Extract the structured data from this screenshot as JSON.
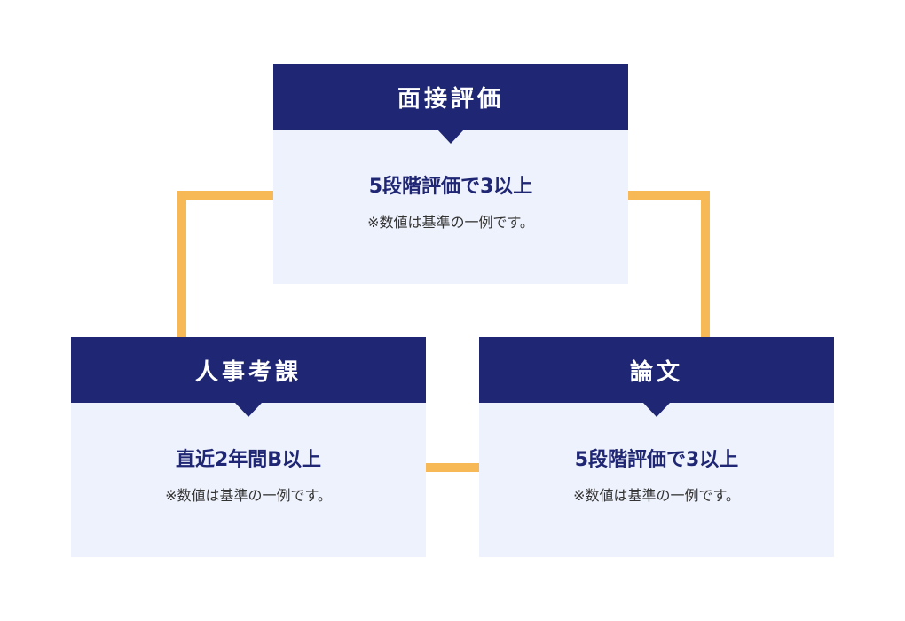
{
  "colors": {
    "header_bg": "#1f2674",
    "card_bg": "#eef2fc",
    "connector": "#f7b955",
    "criterion_text": "#1f2674",
    "note_text": "#333333"
  },
  "cards": {
    "interview": {
      "title": "面接評価",
      "criterion": "5段階評価で3以上",
      "note": "※数値は基準の一例です。"
    },
    "personnel": {
      "title": "人事考課",
      "criterion": "直近2年間B以上",
      "note": "※数値は基準の一例です。"
    },
    "essay": {
      "title": "論文",
      "criterion": "5段階評価で3以上",
      "note": "※数値は基準の一例です。"
    }
  }
}
